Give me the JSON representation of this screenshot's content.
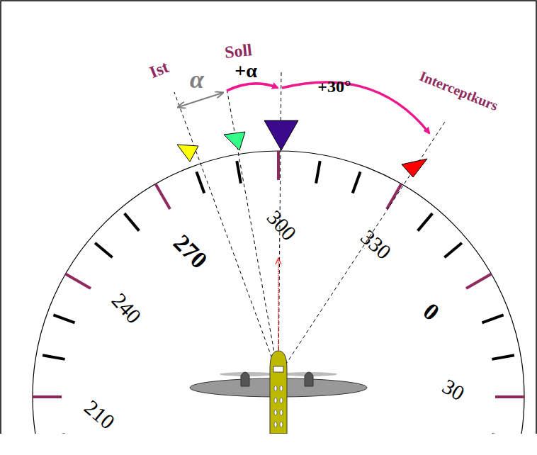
{
  "diagram": {
    "labels": [
      "Ist",
      "Soll",
      "α",
      "+α",
      "+30°",
      "Interceptkurs",
      "270",
      "300",
      "330",
      "240",
      "0",
      "210",
      "30"
    ]
  }
}
